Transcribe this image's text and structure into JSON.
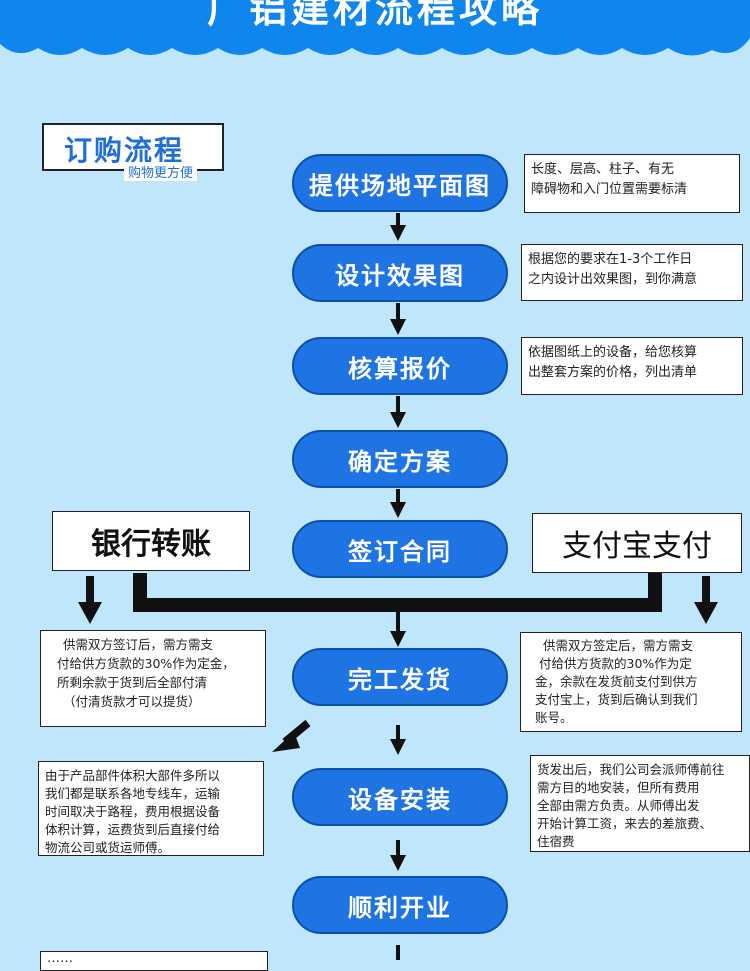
{
  "header": {
    "title": "广铝建材流程攻略"
  },
  "section": {
    "title": "订购流程",
    "subtitle": "购物更方便"
  },
  "steps": [
    "提供场地平面图",
    "设计效果图",
    "核算报价",
    "确定方案",
    "签订合同",
    "完工发货",
    "设备安装",
    "顺利开业"
  ],
  "notes": {
    "step1": [
      "长度、层高、柱子、有无",
      "障碍物和入门位置需要标清"
    ],
    "step2": [
      "根据您的要求在1-3个工作日",
      "之内设计出效果图，到你满意"
    ],
    "step3": [
      "依据图纸上的设备，给您核算",
      "出整套方案的价格，列出清单"
    ],
    "bank_terms": [
      "供需双方签订后，需方需支",
      "付给供方货款的30%作为定金，",
      "所剩余款于货到后全部付清",
      "（付清货款才可以提货）"
    ],
    "alipay_terms": [
      "供需双方签定后，需方需支",
      "付给供方货款的30%作为定",
      "金，余款在发货前支付到供方",
      "支付宝上，货到后确认到我们",
      "账号。"
    ],
    "shipping": [
      "由于产品部件体积大部件多所以",
      "我们都是联系各地专线车，运输",
      "时间取决于路程，费用根据设备",
      "体积计算，运费货到后直接付给",
      "物流公司或货运师傅。"
    ],
    "installation": [
      "货发出后，我们公司会派师傅前往",
      "需方目的地安装，但所有费用",
      "全部由需方负责。从师傅出发",
      "开始计算工资，来去的差旅费、",
      "住宿费"
    ],
    "bottom_partial": [
      "……"
    ]
  },
  "payment": {
    "bank": "银行转账",
    "alipay": "支付宝支付"
  },
  "colors": {
    "background": "#bfe6fb",
    "header": "#0f86ee",
    "pill": "#1e74e2",
    "accent": "#1e6fd6"
  }
}
